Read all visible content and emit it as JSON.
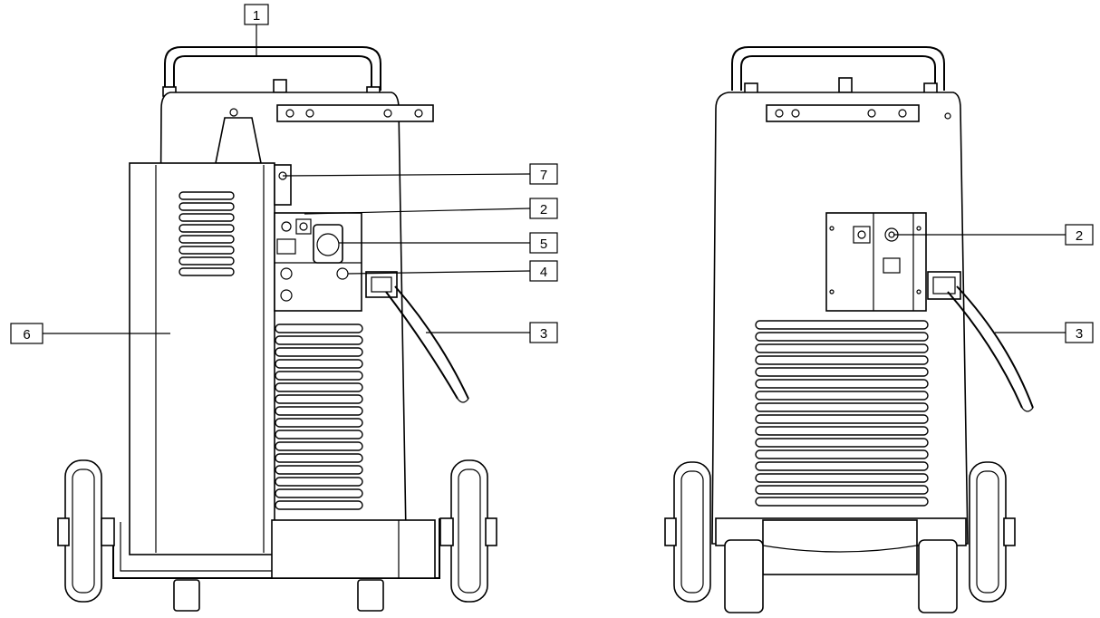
{
  "diagram": {
    "left_view": {
      "callouts": [
        {
          "label": "1"
        },
        {
          "label": "7"
        },
        {
          "label": "2"
        },
        {
          "label": "5"
        },
        {
          "label": "4"
        },
        {
          "label": "3"
        },
        {
          "label": "6"
        }
      ]
    },
    "right_view": {
      "callouts": [
        {
          "label": "2"
        },
        {
          "label": "3"
        }
      ]
    }
  }
}
